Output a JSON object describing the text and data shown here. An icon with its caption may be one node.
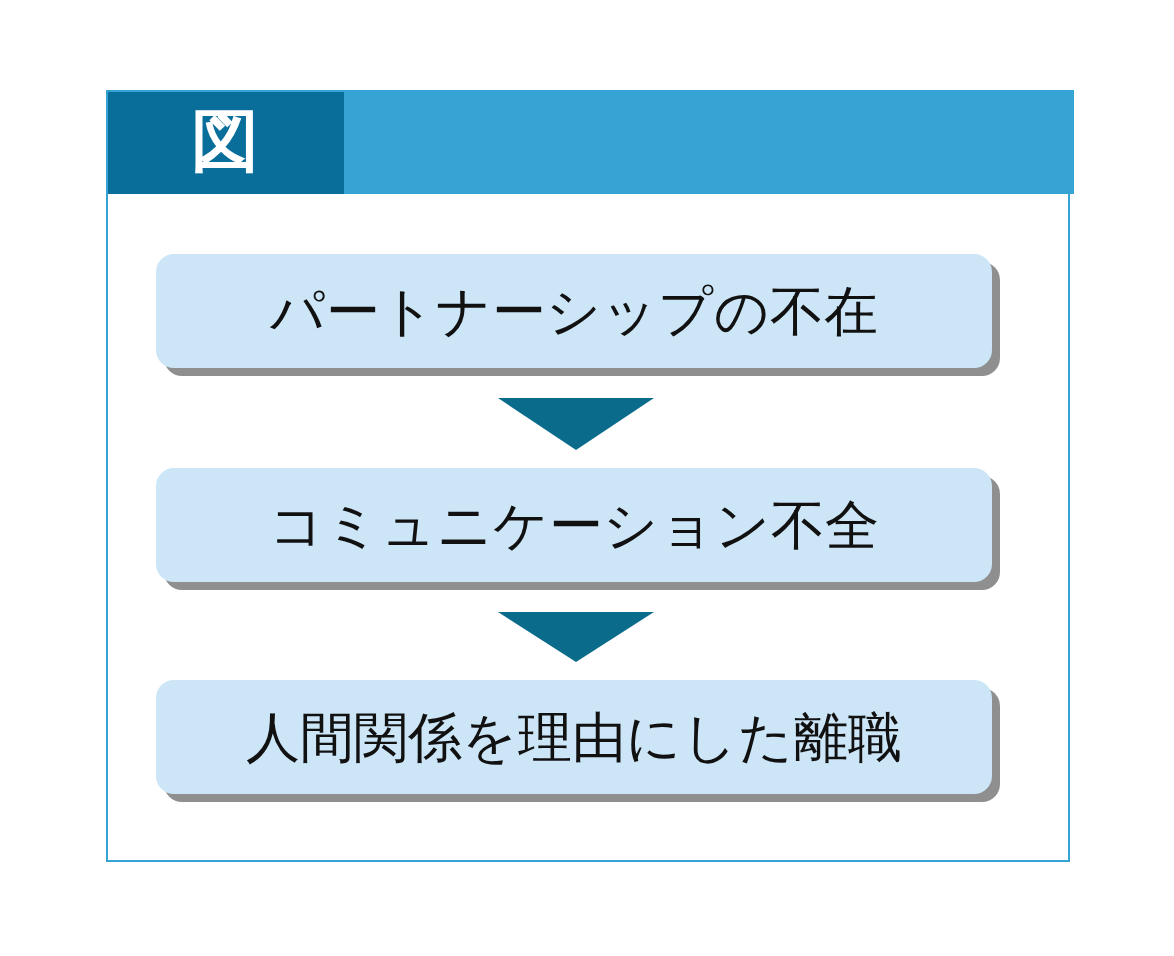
{
  "diagram": {
    "title": "図",
    "nodes": [
      {
        "text": [
          "パートナーシップの不在"
        ]
      },
      {
        "text": [
          "コミュニケーション不全"
        ]
      },
      {
        "text": [
          "人間関係を理由にした離職"
        ]
      }
    ],
    "edges": [
      {
        "from": 0,
        "to": 1,
        "arrow": "to"
      },
      {
        "from": 1,
        "to": 2,
        "arrow": "to"
      }
    ]
  }
}
